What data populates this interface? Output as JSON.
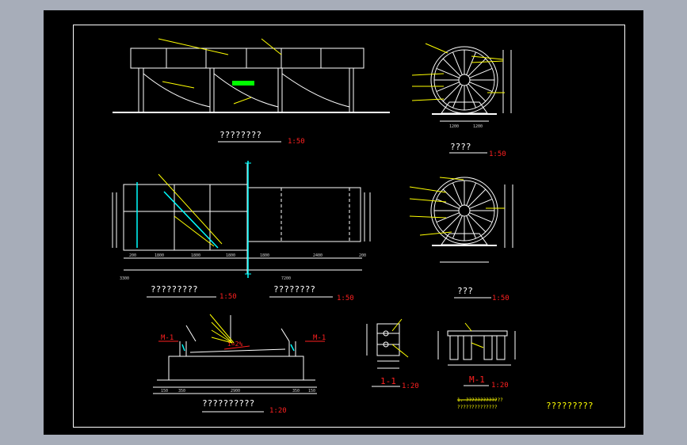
{
  "colors": {
    "background": "#a7adb9",
    "sheet": "#000000",
    "line": "#ffffff",
    "leader": "#ffff00",
    "accent": "#00ffff",
    "scale_text": "#ff2020",
    "highlight": "#00ff00",
    "small_text": "#d0d0d0"
  },
  "titles": {
    "elevation": "????????",
    "front_wheel": "????",
    "plan": "?????????",
    "top_view": "????????",
    "wheel_section": "???",
    "foundation": "??????????",
    "note_block": "?????????"
  },
  "scales": {
    "elevation": "1:50",
    "front_wheel": "1:50",
    "plan": "1:50",
    "top_view": "1:50",
    "wheel_section": "1:50",
    "section_1": "1:20",
    "section_m1": "1:20",
    "foundation": "1:20"
  },
  "section_marks": {
    "left": "M-1",
    "right": "M-1",
    "cut_1": "1-1",
    "cut_m1": "M-1",
    "slope": "i=2%"
  },
  "notes": {
    "line1": "1. ?????????????",
    "line2": "   ??????????????"
  },
  "plan_dims": {
    "bottom_row": [
      "200",
      "1800",
      "1800",
      "1800",
      "1800",
      "2400",
      "200"
    ],
    "overall_left": "3300",
    "overall_right": "7200"
  },
  "foundation_dims": [
    "150",
    "350",
    "2900",
    "350",
    "150"
  ],
  "wheel_dims": [
    "1200",
    "1200"
  ]
}
